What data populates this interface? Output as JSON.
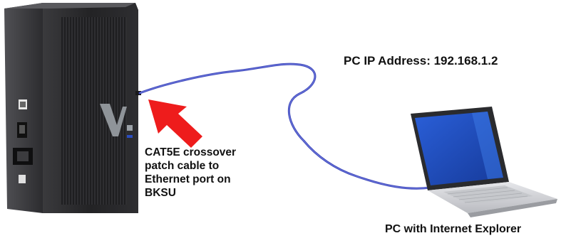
{
  "labels": {
    "pc_ip_address": "PC IP Address: 192.168.1.2",
    "cable_lines": [
      "CAT5E crossover",
      "patch cable to",
      "Ethernet port on",
      "BKSU"
    ],
    "pc_caption": "PC with Internet Explorer"
  },
  "colors": {
    "cable": "#3a45b8",
    "arrow": "#ee1c1c",
    "device_body": "#2b2b2d",
    "laptop_screen": "#1f47b5",
    "laptop_body": "#d4d6da"
  },
  "icons": {
    "device": "bksu-server-unit",
    "laptop": "laptop-computer",
    "arrow": "red-pointer-arrow"
  }
}
